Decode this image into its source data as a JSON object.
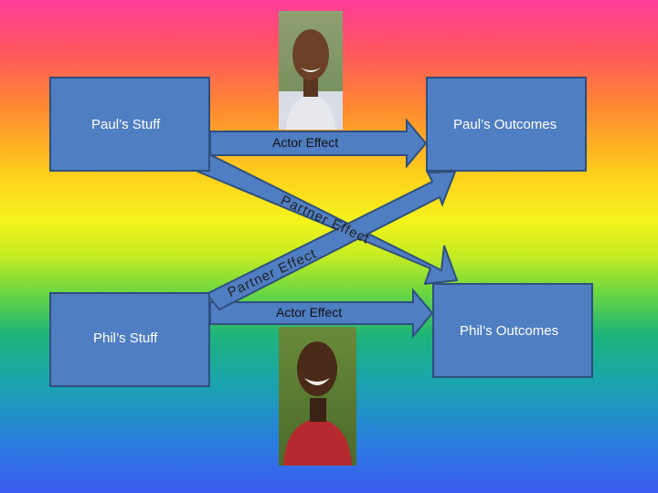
{
  "nodes": {
    "paul_stuff": "Paul’s Stuff",
    "paul_outcomes": "Paul’s Outcomes",
    "phil_stuff": "Phil’s Stuff",
    "phil_outcomes": "Phil’s Outcomes"
  },
  "edges": {
    "actor_effect_top": "Actor Effect",
    "actor_effect_bottom": "Actor Effect",
    "partner_effect_down": "Partner Effect",
    "partner_effect_up": "Partner Effect"
  },
  "colors": {
    "box_fill": "#4f7ec2",
    "box_border": "#2f4f7e"
  },
  "images": [
    "paul-photo",
    "phil-photo"
  ]
}
